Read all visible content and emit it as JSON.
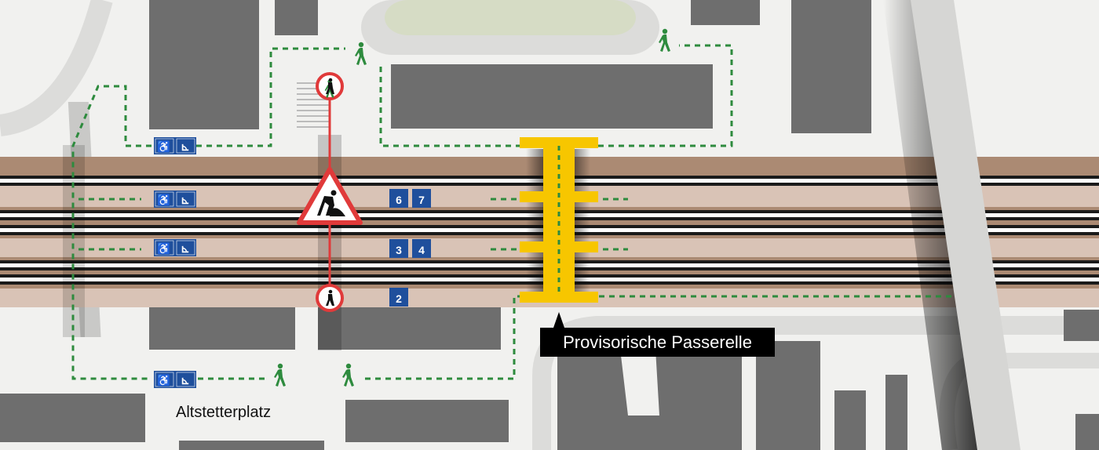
{
  "labels": {
    "passerelle": "Provisorische Passerelle",
    "place": "Altstetterplatz"
  },
  "platform_signs": {
    "upper": [
      "6",
      "7"
    ],
    "middle": [
      "3",
      "4"
    ],
    "lower": [
      "2"
    ]
  },
  "colors": {
    "background": "#f1f1ef",
    "building": "#6e6e6e",
    "road": "#dcdcda",
    "track_bed": "#ab8a73",
    "platform": "#d9c3b6",
    "footpath": "#2e8b3e",
    "sign_blue": "#1f4f9c",
    "closed_route": "#e03a3a",
    "passerelle": "#f7c600"
  },
  "icons": [
    "wheelchair-icon",
    "ramp-icon",
    "pedestrian-icon",
    "roadwork-warning-icon",
    "pedestrian-prohibited-icon"
  ]
}
